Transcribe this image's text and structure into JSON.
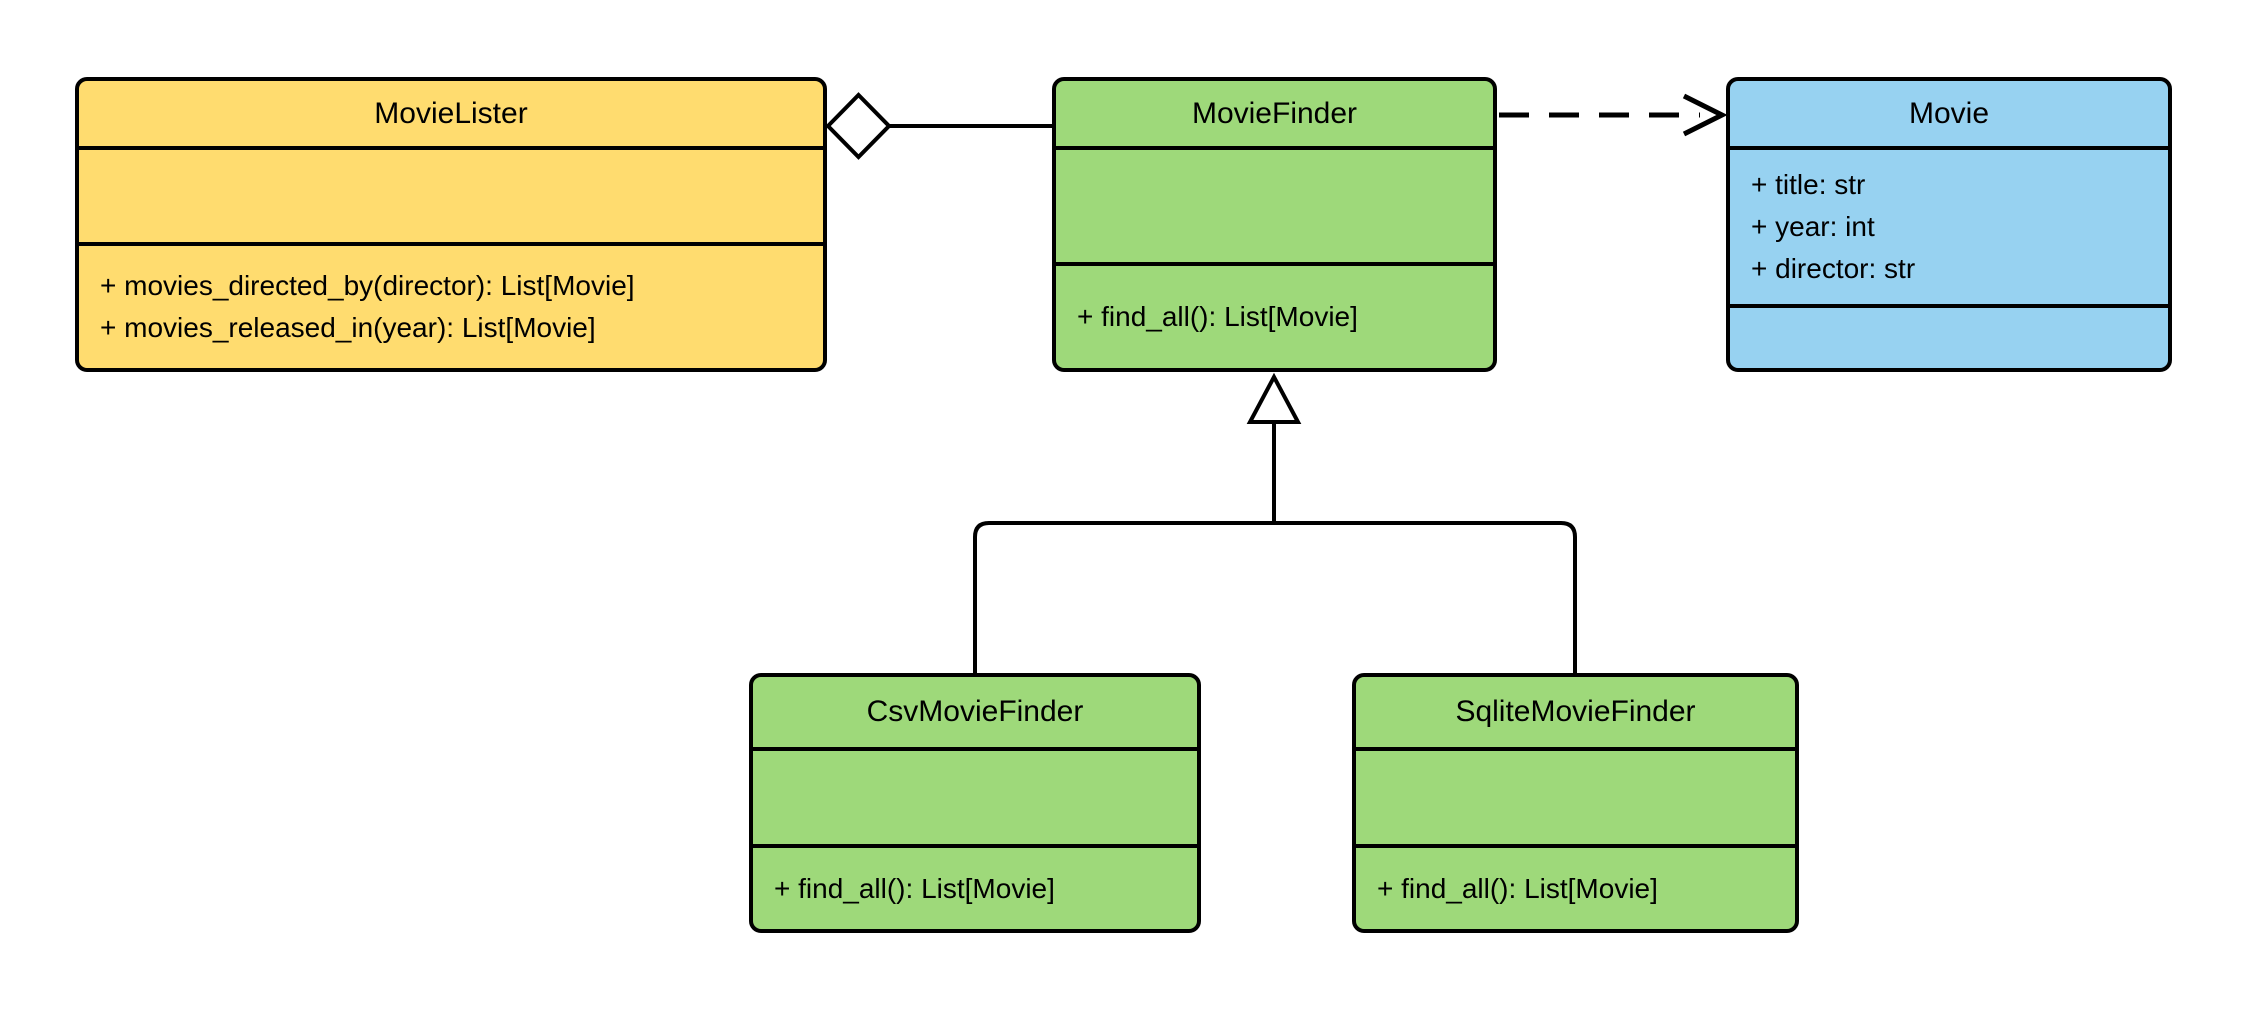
{
  "diagram": {
    "type": "uml-class-diagram",
    "classes": [
      {
        "id": "movie-lister",
        "name": "MovieLister",
        "attributes": [],
        "methods": [
          "+ movies_directed_by(director): List[Movie]",
          "+ movies_released_in(year): List[Movie]"
        ],
        "fill": "#FFDC6F"
      },
      {
        "id": "movie-finder",
        "name": "MovieFinder",
        "attributes": [],
        "methods": [
          "+ find_all(): List[Movie]"
        ],
        "fill": "#9ED97A"
      },
      {
        "id": "movie",
        "name": "Movie",
        "attributes": [
          "+ title: str",
          "+ year: int",
          "+ director: str"
        ],
        "methods": [],
        "fill": "#97D2F1"
      },
      {
        "id": "csv-movie-finder",
        "name": "CsvMovieFinder",
        "attributes": [],
        "methods": [
          "+ find_all(): List[Movie]"
        ],
        "fill": "#9ED97A"
      },
      {
        "id": "sqlite-movie-finder",
        "name": "SqliteMovieFinder",
        "attributes": [],
        "methods": [
          "+ find_all(): List[Movie]"
        ],
        "fill": "#9ED97A"
      }
    ],
    "relationships": [
      {
        "from": "MovieLister",
        "to": "MovieFinder",
        "type": "aggregation"
      },
      {
        "from": "MovieFinder",
        "to": "Movie",
        "type": "dependency"
      },
      {
        "from": "CsvMovieFinder",
        "to": "MovieFinder",
        "type": "inheritance"
      },
      {
        "from": "SqliteMovieFinder",
        "to": "MovieFinder",
        "type": "inheritance"
      }
    ],
    "colors": {
      "yellow": "#FFDC6F",
      "green": "#9ED97A",
      "blue": "#97D2F1",
      "line": "#000000",
      "background": "#FFFFFF"
    }
  }
}
